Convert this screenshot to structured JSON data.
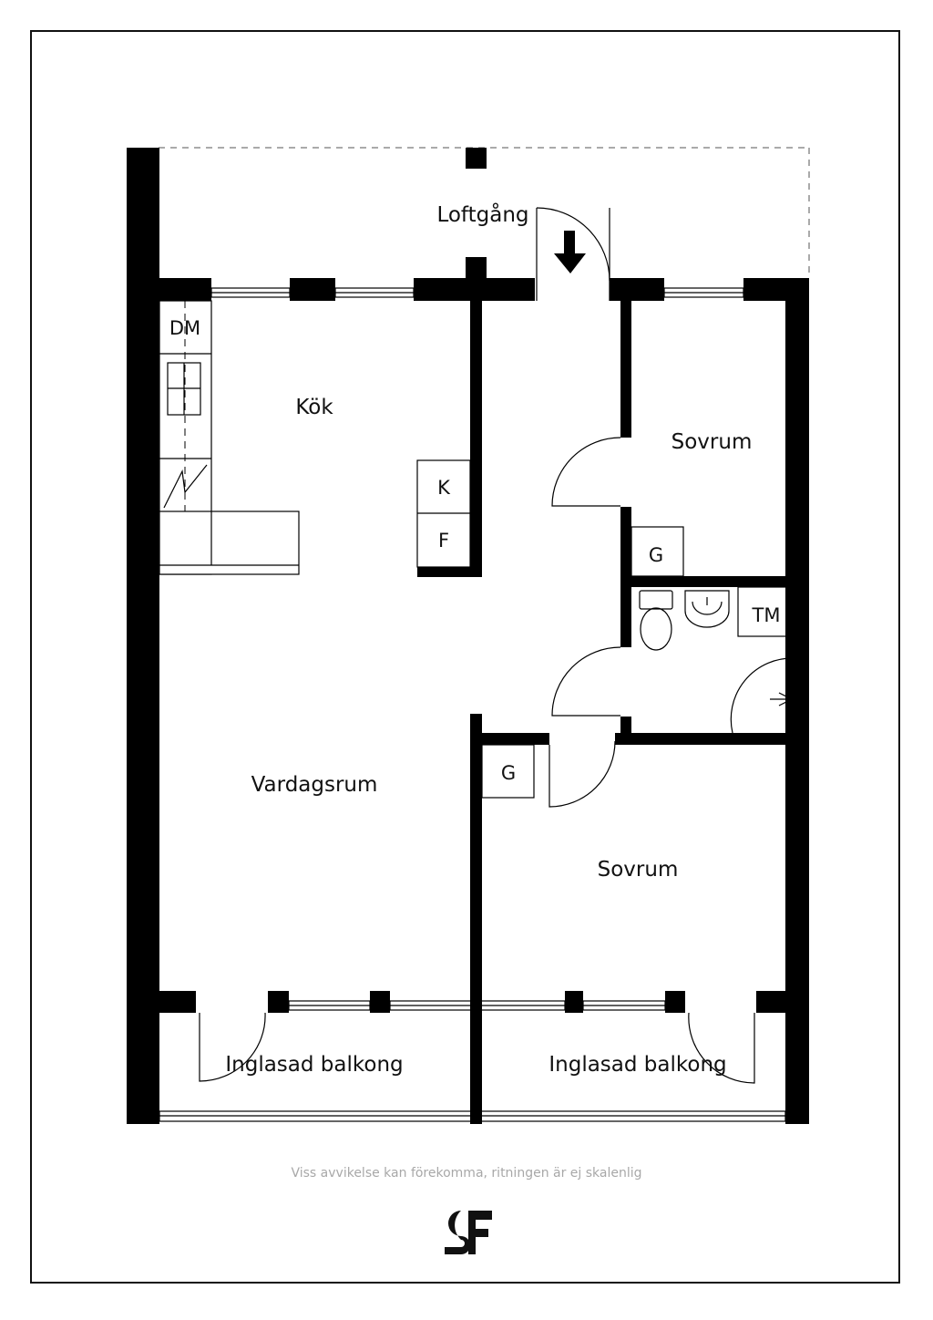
{
  "rooms": {
    "loftgang": "Loftgång",
    "kok": "Kök",
    "sovrum_1": "Sovrum",
    "sovrum_2": "Sovrum",
    "vardagsrum": "Vardagsrum",
    "balkong_1": "Inglasad balkong",
    "balkong_2": "Inglasad balkong"
  },
  "fixtures": {
    "dm": "DM",
    "k": "K",
    "f": "F",
    "g1": "G",
    "g2": "G",
    "tm": "TM"
  },
  "disclaimer": "Viss avvikelse kan förekomma, ritningen är ej skalenlig",
  "colors": {
    "wall": "#000000",
    "disclaimer": "#a8a8a8",
    "logo": "#111111"
  },
  "logo_icon": "sf-monogram-icon"
}
